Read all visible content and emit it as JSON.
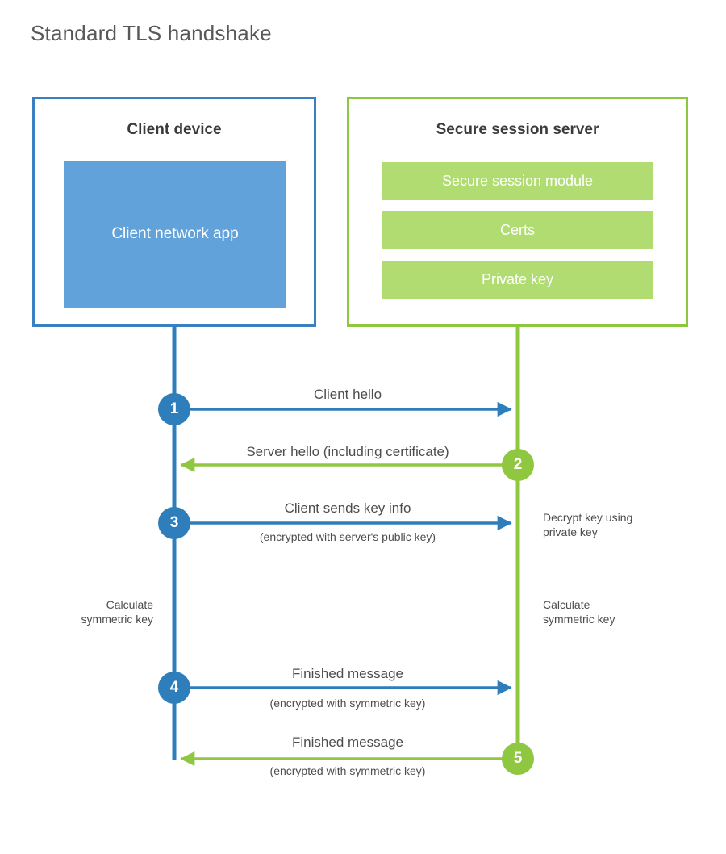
{
  "title": "Standard TLS handshake",
  "colors": {
    "client_border": "#3A7FC1",
    "client_fill": "#62A2DB",
    "client_line": "#2E7EBC",
    "server_border": "#8DC63F",
    "server_fill": "#B0DC72",
    "server_line": "#8FC740",
    "text": "#4d4d4f",
    "title_text": "#58585a",
    "background": "#ffffff"
  },
  "client": {
    "title": "Client device",
    "app_label": "Client network app"
  },
  "server": {
    "title": "Secure session server",
    "modules": [
      {
        "label": "Secure session module"
      },
      {
        "label": "Certs"
      },
      {
        "label": "Private key"
      }
    ]
  },
  "steps": [
    {
      "number": "1",
      "label": "Client hello",
      "sub": "",
      "direction": "client-to-server",
      "color": "blue"
    },
    {
      "number": "2",
      "label": "Server hello (including certificate)",
      "sub": "",
      "direction": "server-to-client",
      "color": "green"
    },
    {
      "number": "3",
      "label": "Client sends key info",
      "sub": "(encrypted with server's public key)",
      "direction": "client-to-server",
      "color": "blue"
    },
    {
      "number": "4",
      "label": "Finished message",
      "sub": "(encrypted with symmetric key)",
      "direction": "client-to-server",
      "color": "blue"
    },
    {
      "number": "5",
      "label": "Finished message",
      "sub": "(encrypted with symmetric key)",
      "direction": "server-to-client",
      "color": "green"
    }
  ],
  "notes": {
    "decrypt_key": "Decrypt key using\nprivate key",
    "decrypt_key_line1": "Decrypt key using",
    "decrypt_key_line2": "private key",
    "client_calc_line1": "Calculate",
    "client_calc_line2": "symmetric key",
    "server_calc_line1": "Calculate",
    "server_calc_line2": "symmetric key"
  }
}
